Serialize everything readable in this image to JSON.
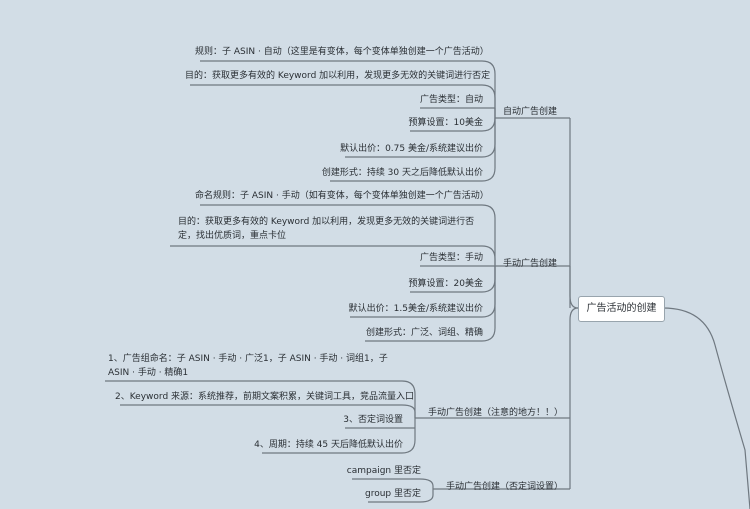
{
  "root": {
    "label": "广告活动的创建"
  },
  "branches": [
    {
      "label": "自动广告创建",
      "items": [
        "规则：子 ASIN · 自动（这里是有变体，每个变体单独创建一个广告活动）",
        "目的：获取更多有效的 Keyword 加以利用，发现更多无效的关键词进行否定",
        "广告类型：自动",
        "预算设置：10美金",
        "默认出价：0.75 美金/系统建议出价",
        "创建形式：持续 30 天之后降低默认出价"
      ]
    },
    {
      "label": "手动广告创建",
      "items": [
        "命名规则：子 ASIN · 手动（如有变体，每个变体单独创建一个广告活动）",
        "目的：获取更多有效的 Keyword 加以利用，发现更多无效的关键词进行否定，找出优质词，重点卡位",
        "广告类型：手动",
        "预算设置：20美金",
        "默认出价：1.5美金/系统建议出价",
        "创建形式：广泛、词组、精确"
      ]
    },
    {
      "label": "手动广告创建（注意的地方！！）",
      "items": [
        "1、广告组命名：子 ASIN · 手动 · 广泛1，子 ASIN · 手动 · 词组1，子 ASIN · 手动 · 精确1",
        "2、Keyword 来源：系统推荐，前期文案积累，关键词工具，竞品流量入口",
        "3、否定词设置",
        "4、周期：持续 45 天后降低默认出价"
      ]
    },
    {
      "label": "手动广告创建（否定词设置）",
      "items": [
        "campaign 里否定",
        "group 里否定"
      ]
    }
  ]
}
